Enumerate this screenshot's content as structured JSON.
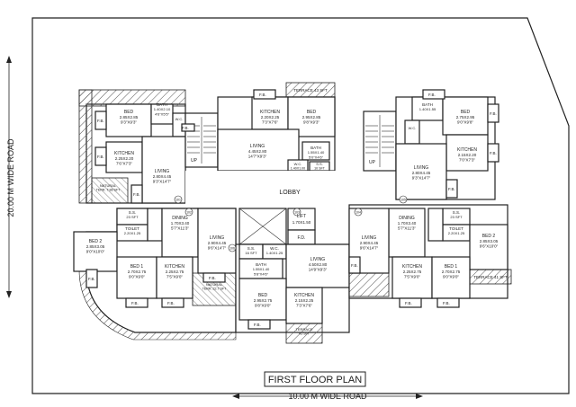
{
  "title": "FIRST FLOOR PLAN",
  "roads": {
    "left": "20.00 M WIDE  ROAD",
    "bottom": "10.00 M WIDE  ROAD"
  },
  "lobby": "LOBBY",
  "lift": {
    "name": "LIFT",
    "dim": "1.70X1.50"
  },
  "fd": "F.D.",
  "rooms": {
    "tl_bed": [
      "BED",
      "2.85X2.85",
      "9'3\"X9'3\""
    ],
    "tl_bath": [
      "BATH",
      "1.40X2.10",
      "4'6\"X5'5\""
    ],
    "tl_wc": [
      "W.C."
    ],
    "tl_kitchen": [
      "KITCHEN",
      "2.25X2.20",
      "7'6\"X7'3\""
    ],
    "tl_living": [
      "LIVING",
      "2.80X4.45",
      "9'3\"X14'7\""
    ],
    "natural_terr_left": [
      "NATURAL",
      "TERR.  7.88 SFT"
    ],
    "tc_kitchen": [
      "KITCHEN",
      "2.20X2.25",
      "7'3\"X7'6\""
    ],
    "tc_bed": [
      "BED",
      "2.95X2.85",
      "9'8\"X9'3\""
    ],
    "tc_living": [
      "LIVING",
      "4.45X2.80",
      "14'7\"X9'3\""
    ],
    "tc_bath": [
      "BATH",
      "1.55X1.40",
      "5'0\"X4'6\""
    ],
    "tc_wc": [
      "W.C.",
      "1.40X1.00"
    ],
    "tc_ss": [
      "S.S.",
      "10 SFT"
    ],
    "terrace_top": "TERRACE  43 SFT",
    "tr_bath": [
      "BATH",
      "1.40X1.55"
    ],
    "tr_bed": [
      "BED",
      "2.75X2.95",
      "9'0\"X9'8\""
    ],
    "tr_wc": [
      "W.C."
    ],
    "tr_kitchen": [
      "KITCHEN",
      "2.15X2.20",
      "7'0\"X7'3\""
    ],
    "tr_living": [
      "LIVING",
      "2.80X4.45",
      "9'3\"X14'7\""
    ],
    "l_ss": [
      "S.S.",
      "23 SFT"
    ],
    "l_toilet": [
      "TOILET",
      "2.20X1.25"
    ],
    "l_toilet_v": [
      "TOILET",
      "1.50X0.90"
    ],
    "l_bed2": [
      "BED 2",
      "2.85X3.05",
      "9'0\"X10'0\""
    ],
    "l_dining": [
      "DINING",
      "1.70X3.40",
      "5'7\"X11'3\""
    ],
    "l_living": [
      "LIVING",
      "2.90X4.45",
      "9'6\"X14'7\""
    ],
    "l_bed1": [
      "BED 1",
      "2.70X2.75",
      "9'0\"X9'0\""
    ],
    "l_kitchen": [
      "KITCHEN",
      "2.25X2.75",
      "7'5\"X9'0\""
    ],
    "natural_terr_bottom": [
      "NATURAL",
      "TERR.  22.7 SFT"
    ],
    "c_ss": [
      "S.S.",
      "16 SFT"
    ],
    "c_wc": [
      "W.C.",
      "1.40X1.25"
    ],
    "c_bath": [
      "BATH",
      "1.55X1.40",
      "5'8\"X4'6\""
    ],
    "c_living": [
      "LIVING",
      "4.50X2.80",
      "14'9\"X9'3\""
    ],
    "c_bed": [
      "BED",
      "2.95X2.75",
      "9'8\"X9'0\""
    ],
    "c_kitchen": [
      "KITCHEN",
      "2.15X2.25",
      "7'3\"X7'6\""
    ],
    "terrace_bottom": [
      "TERRACE",
      "43 SFT"
    ],
    "r_dining": [
      "DINING",
      "1.70X3.40",
      "5'7\"X11'3\""
    ],
    "r_ss": [
      "S.S.",
      "23 SFT"
    ],
    "r_toilet": [
      "TOILET",
      "2.20X1.25"
    ],
    "r_toilet_v": [
      "TOILET",
      "1.50X0.90"
    ],
    "r_living": [
      "LIVING",
      "2.90X4.45",
      "9'6\"X14'7\""
    ],
    "r_bed2": [
      "BED 2",
      "2.85X3.05",
      "9'6\"X10'0\""
    ],
    "r_kitchen": [
      "KITCHEN",
      "2.25X2.75",
      "7'5\"X9'0\""
    ],
    "r_bed1": [
      "BED 1",
      "2.70X2.75",
      "9'0\"X9'0\""
    ],
    "terrace_right": "TERRACE  41 SFT"
  },
  "fb": "F.B.",
  "up": "UP",
  "unit_tags": [
    "101",
    "102",
    "103",
    "104",
    "105",
    "106"
  ]
}
